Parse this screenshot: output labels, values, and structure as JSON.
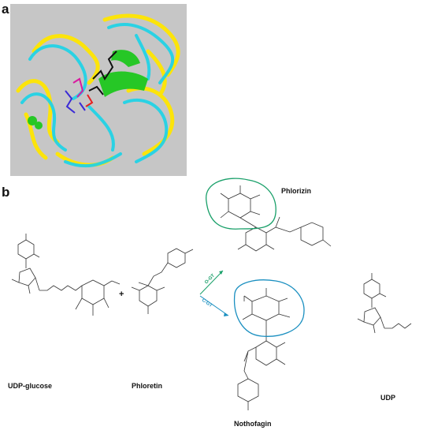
{
  "panels": {
    "a": {
      "letter": "a"
    },
    "b": {
      "letter": "b"
    }
  },
  "compounds": {
    "udp_glucose": "UDP-glucose",
    "phloretin": "Phloretin",
    "phlorizin": "Phlorizin",
    "nothofagin": "Nothofagin",
    "udp": "UDP"
  },
  "operators": {
    "plus": "+"
  },
  "arrows": {
    "o_gt": {
      "label": "O-GT",
      "color": "#1aa06a"
    },
    "c_gt": {
      "label": "C-GT",
      "color": "#1a8fc0"
    }
  },
  "highlight_colors": {
    "phlorizin_sugar": "#1aa06a",
    "nothofagin_sugar": "#1a8fc0"
  },
  "protein_colors": {
    "background": "#c6c6c6",
    "structure_1": "#ffe600",
    "structure_2": "#22d3e6",
    "domain": "#1ec81e",
    "ligand": "#111111"
  }
}
